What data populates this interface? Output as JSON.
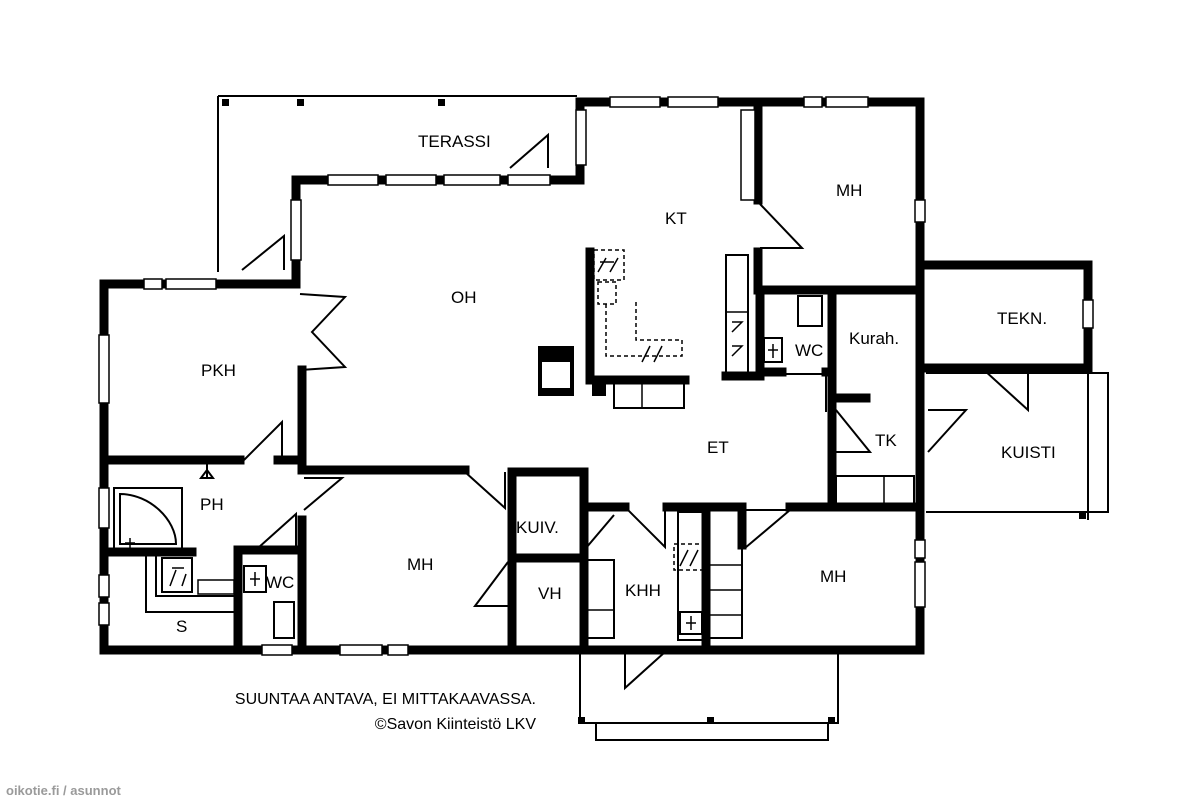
{
  "rooms": {
    "terassi": "TERASSI",
    "kt": "KT",
    "mh_top": "MH",
    "oh": "OH",
    "pkh": "PKH",
    "wc_mid": "WC",
    "kurah": "Kurah.",
    "tekn": "TEKN.",
    "tk": "TK",
    "et": "ET",
    "kuisti": "KUISTI",
    "ph": "PH",
    "kuiv": "KUIV.",
    "mh_bottom": "MH",
    "mh_right": "MH",
    "wc_small": "WC",
    "vh": "VH",
    "khh": "KHH",
    "s": "S"
  },
  "notes": {
    "disclaimer": "SUUNTAA ANTAVA, EI MITTAKAAVASSA.",
    "copyright": "©Savon Kiinteistö LKV"
  },
  "watermark": "oikotie.fi / asunnot"
}
